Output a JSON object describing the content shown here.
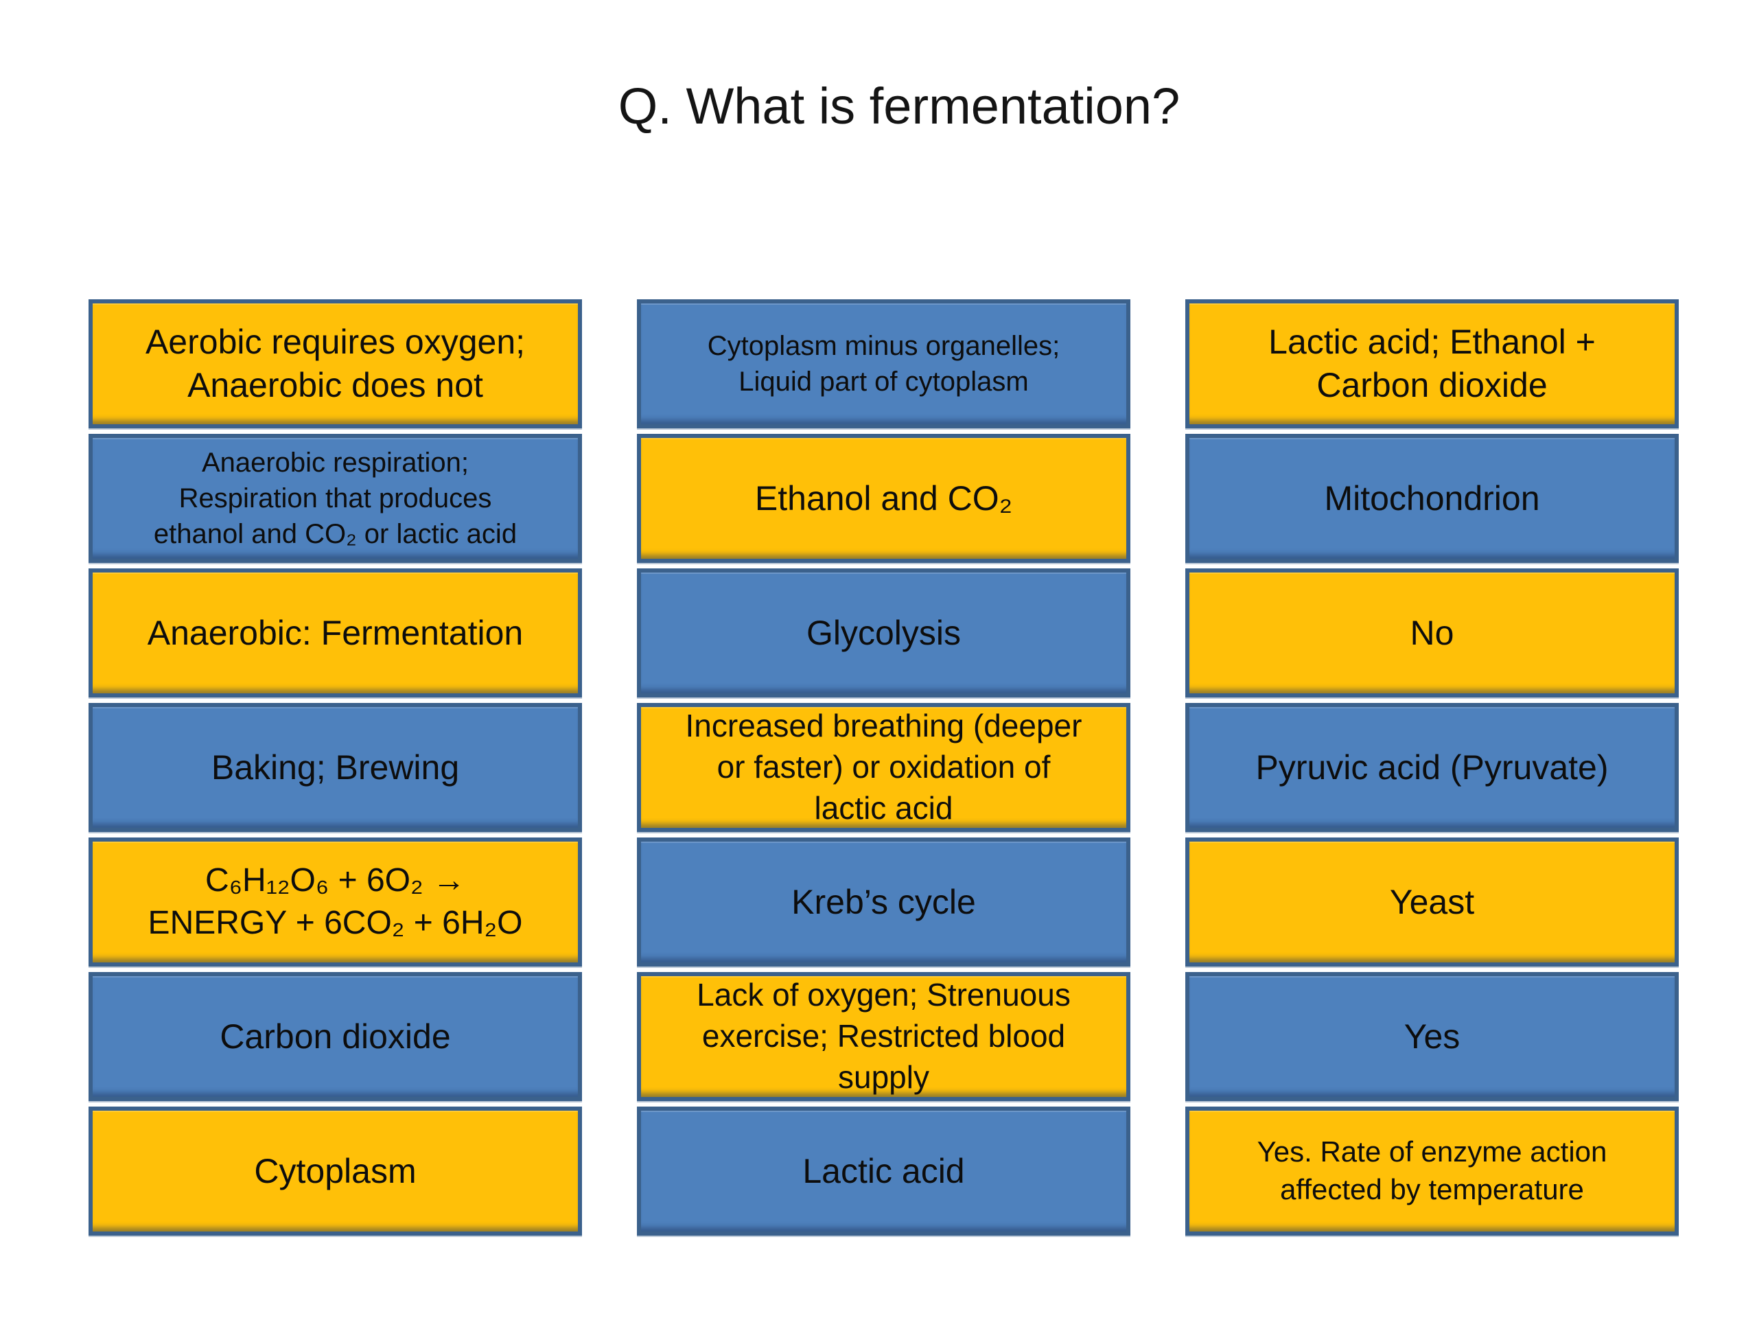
{
  "title": "Q. What is fermentation?",
  "colors": {
    "gold": "#ffc008",
    "blue": "#4e81bd",
    "border": "#3b618c",
    "background": "#ffffff",
    "text": "#0d0d0d"
  },
  "cards": [
    {
      "text": "Aerobic requires oxygen;\nAnaerobic does not",
      "color": "#ffc008"
    },
    {
      "text": "Cytoplasm minus organelles;\nLiquid part of cytoplasm",
      "color": "#4e81bd"
    },
    {
      "text": "Lactic acid; Ethanol +\nCarbon dioxide",
      "color": "#ffc008"
    },
    {
      "text": "Anaerobic respiration;\nRespiration that produces\nethanol and CO₂ or lactic acid",
      "color": "#4e81bd"
    },
    {
      "text": "Ethanol and CO₂",
      "color": "#ffc008"
    },
    {
      "text": "Mitochondrion",
      "color": "#4e81bd"
    },
    {
      "text": "Anaerobic: Fermentation",
      "color": "#ffc008"
    },
    {
      "text": "Glycolysis",
      "color": "#4e81bd"
    },
    {
      "text": "No",
      "color": "#ffc008"
    },
    {
      "text": "Baking; Brewing",
      "color": "#4e81bd"
    },
    {
      "text": "Increased breathing (deeper\nor faster) or oxidation of\nlactic acid",
      "color": "#ffc008"
    },
    {
      "text": "Pyruvic acid (Pyruvate)",
      "color": "#4e81bd"
    },
    {
      "text": "C₆H₁₂O₆ + 6O₂ →\nENERGY + 6CO₂ + 6H₂O",
      "color": "#ffc008"
    },
    {
      "text": "Kreb’s cycle",
      "color": "#4e81bd"
    },
    {
      "text": "Yeast",
      "color": "#ffc008"
    },
    {
      "text": "Carbon dioxide",
      "color": "#4e81bd"
    },
    {
      "text": "Lack of oxygen; Strenuous\nexercise; Restricted blood\nsupply",
      "color": "#ffc008"
    },
    {
      "text": "Yes",
      "color": "#4e81bd"
    },
    {
      "text": "Cytoplasm",
      "color": "#ffc008"
    },
    {
      "text": "Lactic acid",
      "color": "#4e81bd"
    },
    {
      "text": "Yes. Rate of enzyme action\naffected by temperature",
      "color": "#ffc008"
    }
  ]
}
